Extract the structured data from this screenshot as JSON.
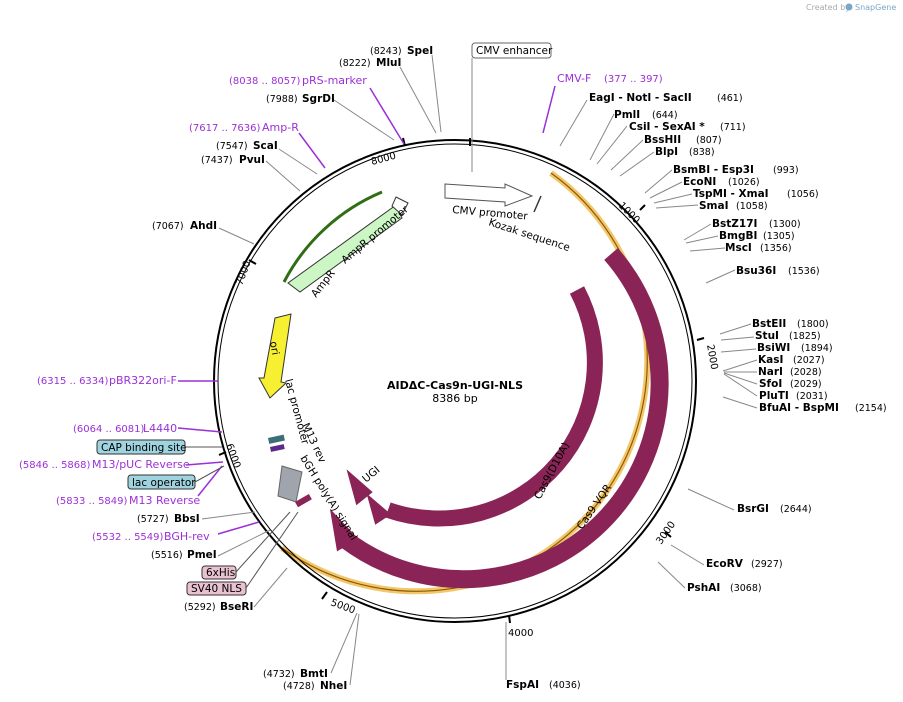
{
  "credit": {
    "prefix": "Created by",
    "brand": "SnapGene"
  },
  "plasmid": {
    "name": "AIDΔC-Cas9n-UGI-NLS",
    "length": "8386 bp"
  },
  "colors": {
    "feature_maroon": "#8b2456",
    "ori_yellow": "#f7f032",
    "ampr_green": "#ccf7c4",
    "primer_purple": "#9b30d6",
    "tag_blue": "#9fd3df",
    "tag_pink": "#e9c1d0",
    "orange_band": "#f0b84a"
  },
  "ticks": [
    "1000",
    "2000",
    "3000",
    "4000",
    "5000",
    "6000",
    "7000",
    "8000"
  ],
  "features": [
    {
      "label": "CMV promoter"
    },
    {
      "label": "Kozak sequence"
    },
    {
      "label": "Cas9(D10A)"
    },
    {
      "label": "Cas9 VQR"
    },
    {
      "label": "UGI"
    },
    {
      "label": "ori"
    },
    {
      "label": "AmpR"
    },
    {
      "label": "AmpR promoter"
    },
    {
      "label": "lac promoter"
    },
    {
      "label": "M13 rev"
    },
    {
      "label": "bGH poly(A) signal"
    }
  ],
  "boxed": {
    "cmv_enhancer": "CMV enhancer",
    "cap_site": "CAP binding site",
    "lac_operator": "lac operator",
    "his": "6xHis",
    "sv40": "SV40 NLS"
  },
  "enzymes_right": [
    {
      "name": "EagI   - NotI   - SacII",
      "pos": "(461)"
    },
    {
      "name": "PmlI",
      "pos": "(644)"
    },
    {
      "name": "CsiI   - SexAI *",
      "pos": "(711)"
    },
    {
      "name": "BssHII",
      "pos": "(807)"
    },
    {
      "name": "BlpI",
      "pos": "(838)"
    },
    {
      "name": "BsmBI   - Esp3I",
      "pos": "(993)"
    },
    {
      "name": "EcoNI",
      "pos": "(1026)"
    },
    {
      "name": "TspMI   - XmaI",
      "pos": "(1056)"
    },
    {
      "name": "SmaI",
      "pos": "(1058)"
    },
    {
      "name": "BstZ17I",
      "pos": "(1300)"
    },
    {
      "name": "BmgBI",
      "pos": "(1305)"
    },
    {
      "name": "MscI",
      "pos": "(1356)"
    },
    {
      "name": "Bsu36I",
      "pos": "(1536)"
    },
    {
      "name": "BstEII",
      "pos": "(1800)"
    },
    {
      "name": "StuI",
      "pos": "(1825)"
    },
    {
      "name": "BsiWI",
      "pos": "(1894)"
    },
    {
      "name": "KasI",
      "pos": "(2027)"
    },
    {
      "name": "NarI",
      "pos": "(2028)"
    },
    {
      "name": "SfoI",
      "pos": "(2029)"
    },
    {
      "name": "PluTI",
      "pos": "(2031)"
    },
    {
      "name": "BfuAI   - BspMI",
      "pos": "(2154)"
    },
    {
      "name": "BsrGI",
      "pos": "(2644)"
    },
    {
      "name": "EcoRV",
      "pos": "(2927)"
    },
    {
      "name": "PshAI",
      "pos": "(3068)"
    },
    {
      "name": "FspAI",
      "pos": "(4036)"
    }
  ],
  "enzymes_left": [
    {
      "name": "SpeI",
      "pos": "(8243)"
    },
    {
      "name": "MluI",
      "pos": "(8222)"
    },
    {
      "name": "SgrDI",
      "pos": "(7988)"
    },
    {
      "name": "ScaI",
      "pos": "(7547)"
    },
    {
      "name": "PvuI",
      "pos": "(7437)"
    },
    {
      "name": "AhdI",
      "pos": "(7067)"
    },
    {
      "name": "BbsI",
      "pos": "(5727)"
    },
    {
      "name": "PmeI",
      "pos": "(5516)"
    },
    {
      "name": "BseRI",
      "pos": "(5292)"
    },
    {
      "name": "BmtI",
      "pos": "(4732)"
    },
    {
      "name": "NheI",
      "pos": "(4728)"
    }
  ],
  "primers": [
    {
      "name": "CMV-F",
      "range": "(377 .. 397)"
    },
    {
      "name": "pRS-marker",
      "range": "(8038 .. 8057)"
    },
    {
      "name": "Amp-R",
      "range": "(7617 .. 7636)"
    },
    {
      "name": "pBR322ori-F",
      "range": "(6315 .. 6334)"
    },
    {
      "name": "L4440",
      "range": "(6064 .. 6081)"
    },
    {
      "name": "M13/pUC Reverse",
      "range": "(5846 .. 5868)"
    },
    {
      "name": "M13 Reverse",
      "range": "(5833 .. 5849)"
    },
    {
      "name": "BGH-rev",
      "range": "(5532 .. 5549)"
    }
  ]
}
